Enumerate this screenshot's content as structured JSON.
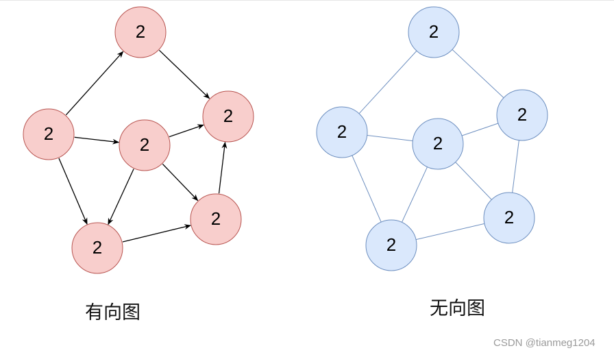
{
  "node_label": "2",
  "colors": {
    "directed_fill": "#f8cecc",
    "directed_stroke": "#b85450",
    "undirected_fill": "#dae8fc",
    "undirected_stroke": "#6c8ebf",
    "arrow": "#000000"
  },
  "directed": {
    "caption": "有向图",
    "nodes": [
      "d1",
      "d2",
      "d3",
      "d4",
      "d5",
      "d6"
    ],
    "edges": [
      [
        "d2",
        "d1"
      ],
      [
        "d1",
        "d3"
      ],
      [
        "d2",
        "d4"
      ],
      [
        "d4",
        "d3"
      ],
      [
        "d2",
        "d6"
      ],
      [
        "d4",
        "d6"
      ],
      [
        "d4",
        "d5"
      ],
      [
        "d6",
        "d5"
      ],
      [
        "d5",
        "d3"
      ]
    ]
  },
  "undirected": {
    "caption": "无向图",
    "nodes": [
      "u1",
      "u2",
      "u3",
      "u4",
      "u5",
      "u6"
    ],
    "edges": [
      [
        "u2",
        "u1"
      ],
      [
        "u1",
        "u3"
      ],
      [
        "u2",
        "u4"
      ],
      [
        "u4",
        "u3"
      ],
      [
        "u2",
        "u6"
      ],
      [
        "u4",
        "u6"
      ],
      [
        "u4",
        "u5"
      ],
      [
        "u6",
        "u5"
      ],
      [
        "u5",
        "u3"
      ]
    ]
  },
  "watermark": "CSDN @tianmeg1204"
}
